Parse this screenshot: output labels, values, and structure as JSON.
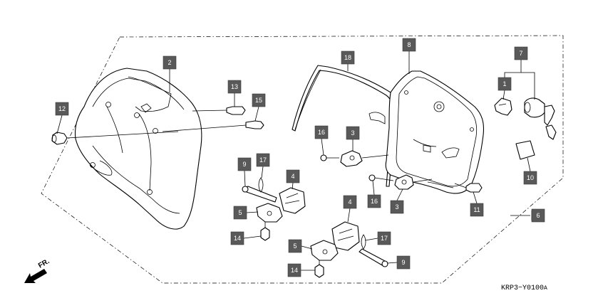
{
  "diagram": {
    "callouts": [
      {
        "id": "c-12",
        "label": "12"
      },
      {
        "id": "c-2",
        "label": "2"
      },
      {
        "id": "c-13",
        "label": "13"
      },
      {
        "id": "c-15",
        "label": "15"
      },
      {
        "id": "c-18",
        "label": "18"
      },
      {
        "id": "c-8",
        "label": "8"
      },
      {
        "id": "c-7",
        "label": "7"
      },
      {
        "id": "c-1",
        "label": "1"
      },
      {
        "id": "c-16a",
        "label": "16"
      },
      {
        "id": "c-3a",
        "label": "3"
      },
      {
        "id": "c-16b",
        "label": "16"
      },
      {
        "id": "c-3b",
        "label": "3"
      },
      {
        "id": "c-9a",
        "label": "9"
      },
      {
        "id": "c-17a",
        "label": "17"
      },
      {
        "id": "c-4a",
        "label": "4"
      },
      {
        "id": "c-5a",
        "label": "5"
      },
      {
        "id": "c-14a",
        "label": "14"
      },
      {
        "id": "c-4b",
        "label": "4"
      },
      {
        "id": "c-17b",
        "label": "17"
      },
      {
        "id": "c-5b",
        "label": "5"
      },
      {
        "id": "c-9b",
        "label": "9"
      },
      {
        "id": "c-14b",
        "label": "14"
      },
      {
        "id": "c-11",
        "label": "11"
      },
      {
        "id": "c-10",
        "label": "10"
      },
      {
        "id": "c-6",
        "label": "6"
      }
    ],
    "direction_label": "FR.",
    "drawing_code": "KRP3−Y0100",
    "drawing_code_suffix": "A"
  }
}
